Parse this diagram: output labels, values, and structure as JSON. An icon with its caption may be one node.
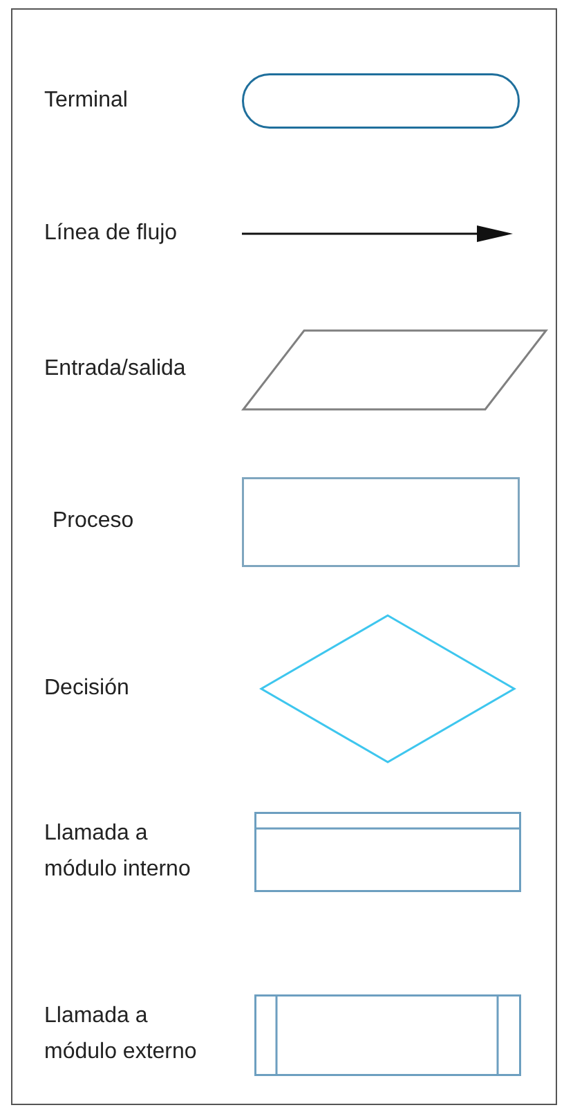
{
  "diagram": {
    "legend": [
      {
        "text": "Terminal"
      },
      {
        "text": "Línea de flujo"
      },
      {
        "text": "Entrada/salida"
      },
      {
        "text": "Proceso"
      },
      {
        "text": "Decisión"
      },
      {
        "text": "Llamada a módulo interno"
      },
      {
        "text": "Llamada a módulo externo"
      }
    ]
  }
}
